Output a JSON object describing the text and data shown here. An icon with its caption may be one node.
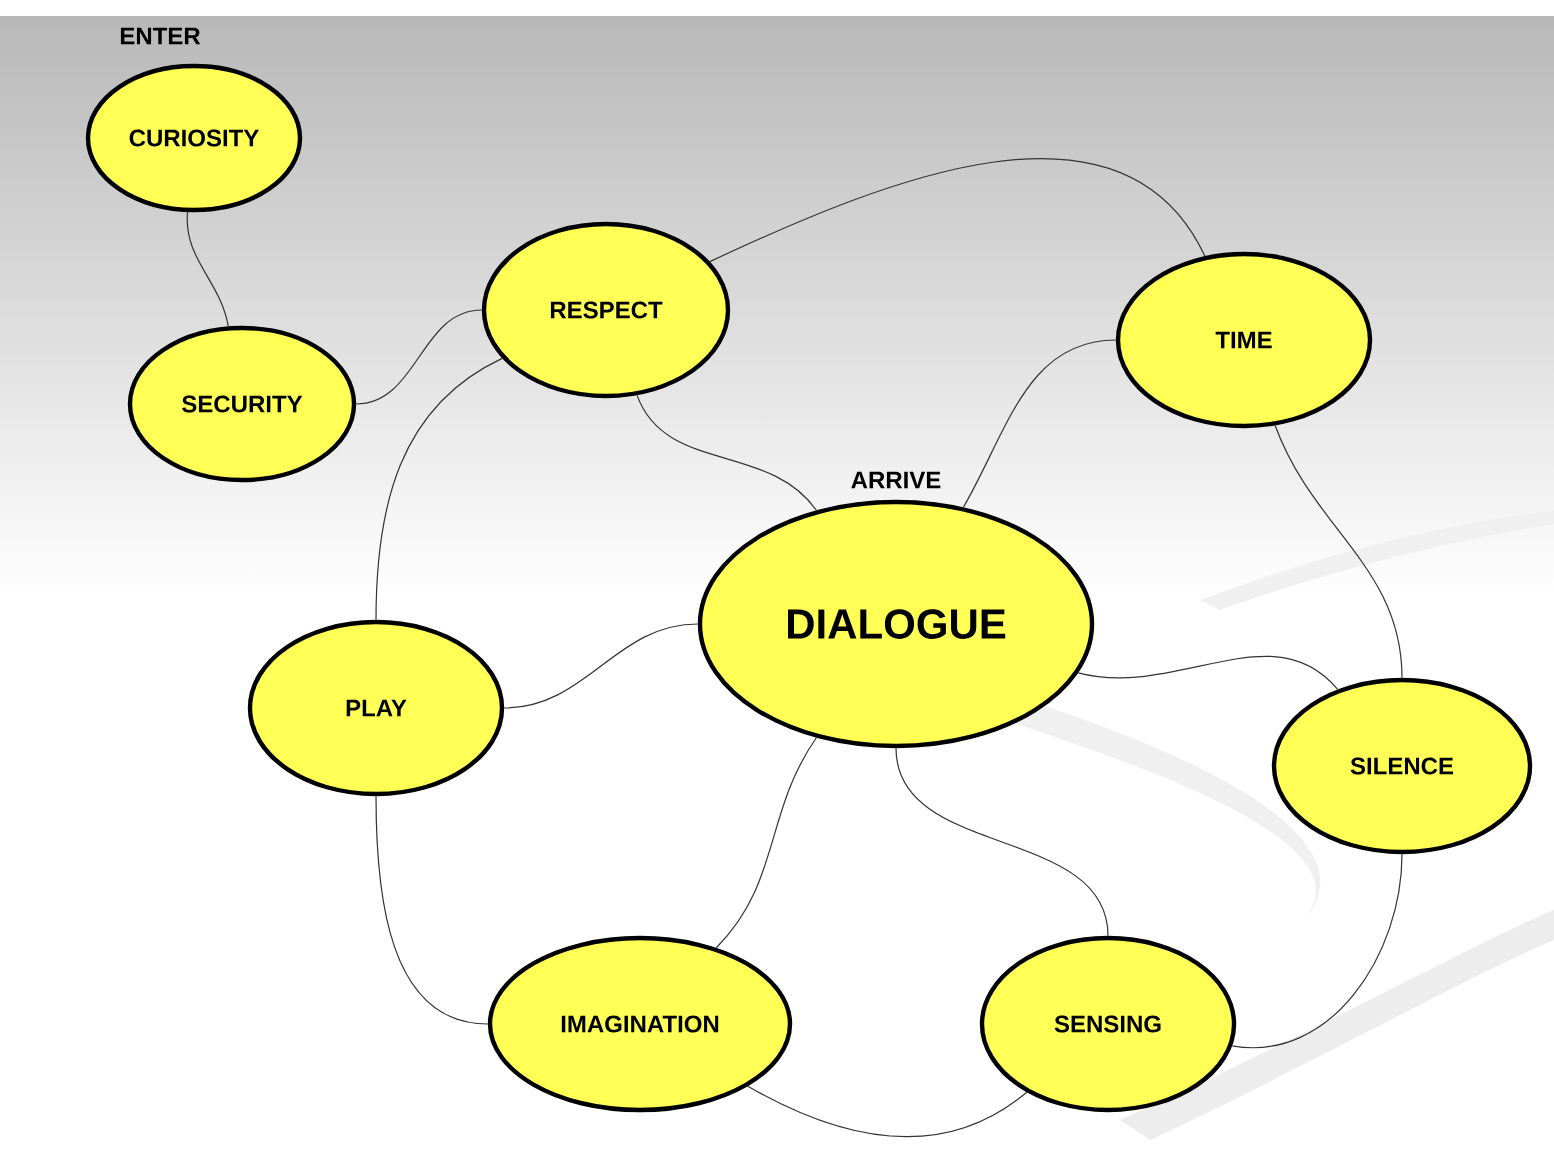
{
  "diagram": {
    "nodes": [
      {
        "text": [
          "CURIOSITY"
        ],
        "beside": [
          "ENTER"
        ]
      },
      {
        "text": [
          "SECURITY"
        ]
      },
      {
        "text": [
          "RESPECT"
        ]
      },
      {
        "text": [
          "TIME"
        ]
      },
      {
        "text": [
          "DIALOGUE"
        ],
        "beside": [
          "ARRIVE"
        ]
      },
      {
        "text": [
          "PLAY"
        ]
      },
      {
        "text": [
          "SILENCE"
        ]
      },
      {
        "text": [
          "IMAGINATION"
        ]
      },
      {
        "text": [
          "SENSING"
        ]
      }
    ],
    "edges": [
      {
        "from": 0,
        "to": 1,
        "arrow": "none"
      },
      {
        "from": 1,
        "to": 2,
        "arrow": "none"
      },
      {
        "from": 2,
        "to": 3,
        "arrow": "none"
      },
      {
        "from": 2,
        "to": 5,
        "arrow": "none"
      },
      {
        "from": 2,
        "to": 4,
        "arrow": "none"
      },
      {
        "from": 3,
        "to": 4,
        "arrow": "none"
      },
      {
        "from": 3,
        "to": 6,
        "arrow": "none"
      },
      {
        "from": 4,
        "to": 5,
        "arrow": "none"
      },
      {
        "from": 4,
        "to": 6,
        "arrow": "none"
      },
      {
        "from": 4,
        "to": 7,
        "arrow": "none"
      },
      {
        "from": 4,
        "to": 8,
        "arrow": "none"
      },
      {
        "from": 5,
        "to": 7,
        "arrow": "none"
      },
      {
        "from": 7,
        "to": 8,
        "arrow": "none"
      },
      {
        "from": 8,
        "to": 6,
        "arrow": "none"
      }
    ]
  }
}
